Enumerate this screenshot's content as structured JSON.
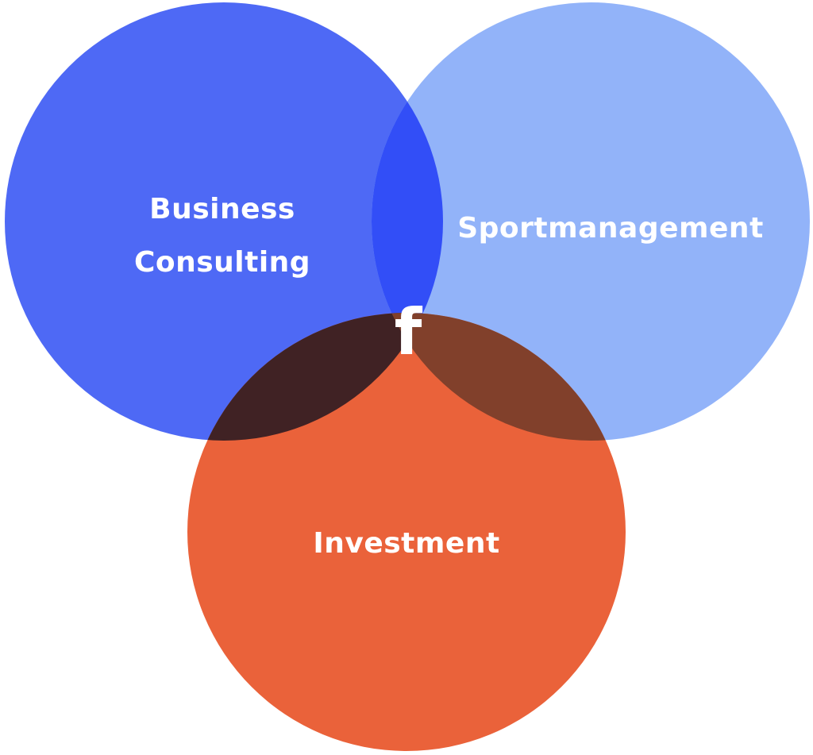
{
  "circles": {
    "business_consulting": {
      "label_line1": "Business",
      "label_line2": "Consulting",
      "color": "#4e69f5"
    },
    "sportmanagement": {
      "label": "Sportmanagement",
      "color": "#92b3f9"
    },
    "investment": {
      "label": "Investment",
      "color": "#ea623a"
    }
  },
  "overlaps": {
    "business_sport": "#324ef7",
    "business_investment": "#402224",
    "sport_investment": "#81402b"
  },
  "center_logo": {
    "glyph": "f",
    "color": "#ffffff"
  }
}
